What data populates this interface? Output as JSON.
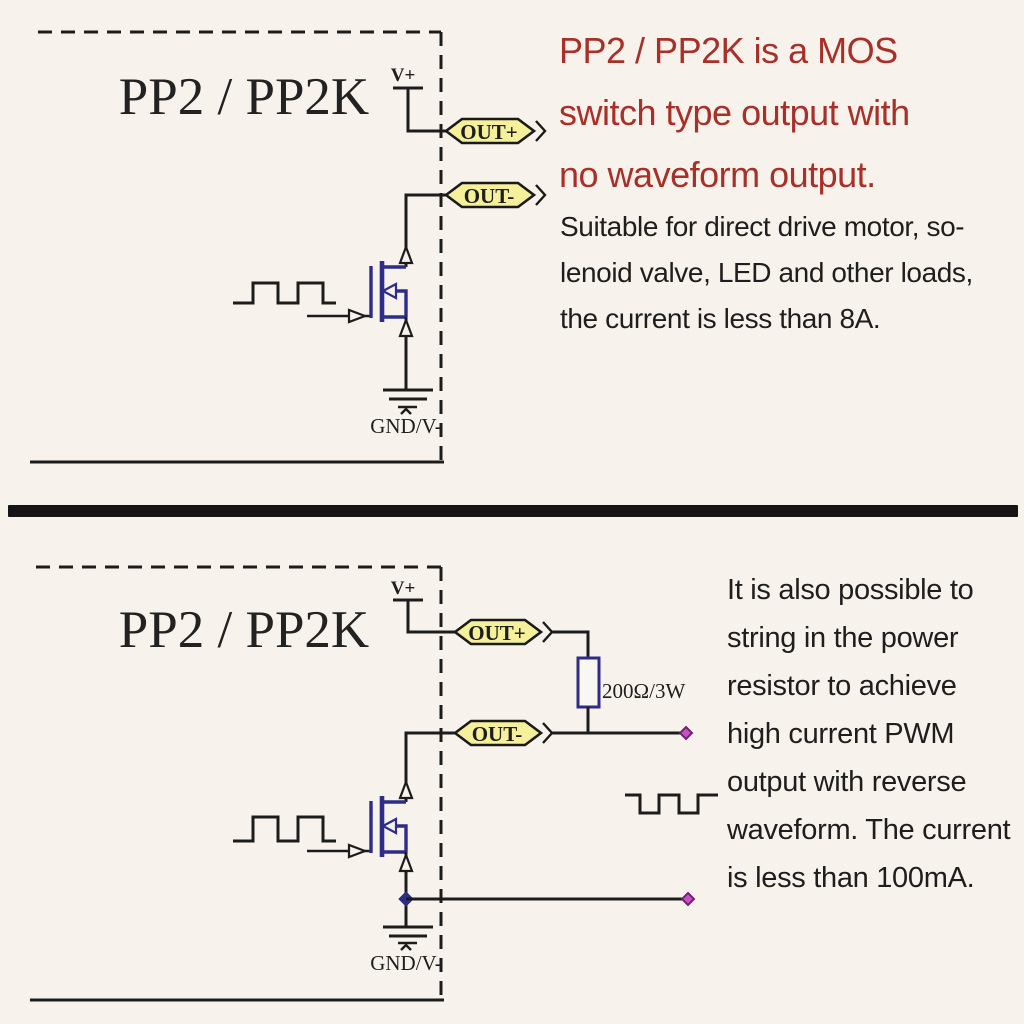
{
  "colors": {
    "background": "#f7f3ec",
    "circuit_line": "#1c1c1c",
    "mosfet_navy": "#2d2d87",
    "tag_fill": "#f5f099",
    "heading_red": "#a73028",
    "terminal_magenta": "#c94fc9",
    "divider_black": "#151515"
  },
  "top_panel": {
    "box_label": "PP2 / PP2K",
    "supply_label": "V+",
    "out_plus_label": "OUT+",
    "out_minus_label": "OUT-",
    "ground_label": "GND/V-",
    "heading_lines": [
      "PP2 / PP2K is a MOS",
      "switch type output with",
      "no waveform output."
    ],
    "body_lines": [
      "Suitable for direct drive motor, so-",
      "lenoid valve, LED and other loads,",
      "the current is less than 8A."
    ]
  },
  "bottom_panel": {
    "box_label": "PP2 / PP2K",
    "supply_label": "V+",
    "out_plus_label": "OUT+",
    "out_minus_label": "OUT-",
    "ground_label": "GND/V-",
    "resistor_label": "200Ω/3W",
    "body_lines": [
      "It is also possible to",
      "string in the power",
      "resistor to achieve",
      "high current PWM",
      "output with reverse",
      "waveform. The current",
      "is less than 100mA."
    ]
  }
}
